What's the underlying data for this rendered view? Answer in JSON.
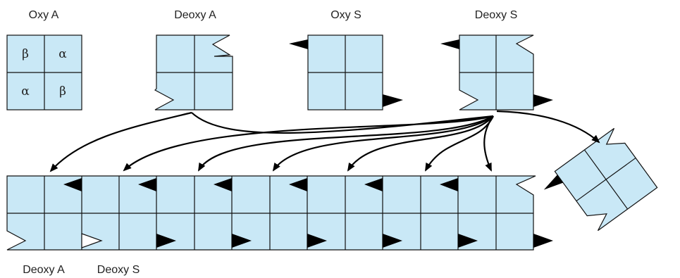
{
  "colors": {
    "fill": "#c9e8f6",
    "stroke": "#111111",
    "notch": "#000000"
  },
  "labels": {
    "oxy_a": "Oxy A",
    "deoxy_a": "Deoxy A",
    "oxy_s": "Oxy S",
    "deoxy_s": "Deoxy S",
    "polymer_deoxy_a": "Deoxy A",
    "polymer_deoxy_s": "Deoxy S"
  },
  "subunits": {
    "beta": "β",
    "alpha": "α"
  }
}
